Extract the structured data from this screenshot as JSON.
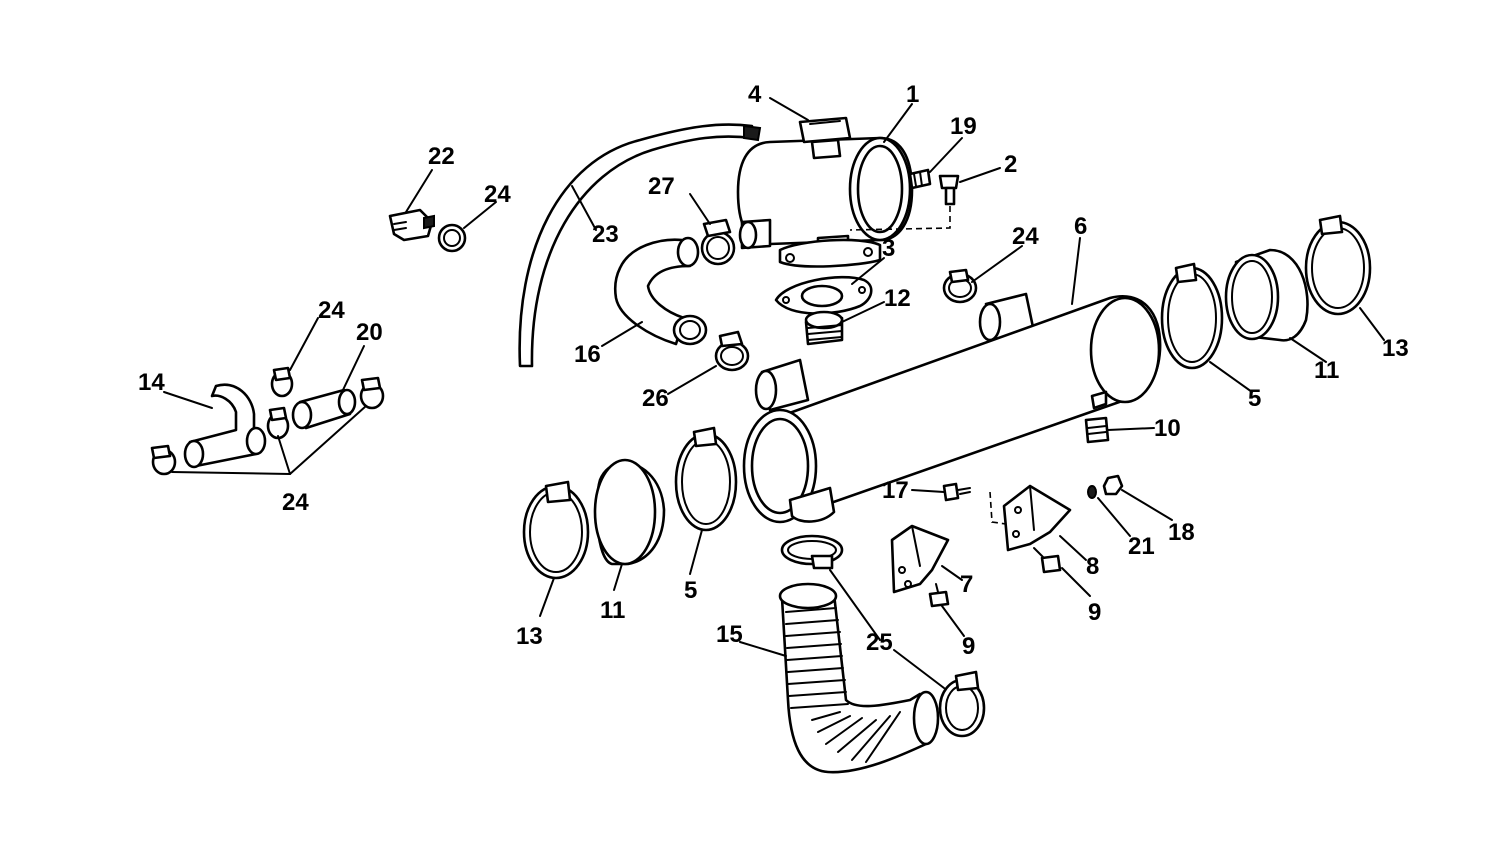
{
  "callouts": {
    "c1": "1",
    "c2": "2",
    "c3": "3",
    "c4": "4",
    "c5a": "5",
    "c5b": "5",
    "c6": "6",
    "c7": "7",
    "c8": "8",
    "c9a": "9",
    "c9b": "9",
    "c10": "10",
    "c11a": "11",
    "c11b": "11",
    "c12": "12",
    "c13a": "13",
    "c13b": "13",
    "c14": "14",
    "c15": "15",
    "c16": "16",
    "c17": "17",
    "c18": "18",
    "c19": "19",
    "c20": "20",
    "c21": "21",
    "c22": "22",
    "c23": "23",
    "c24a": "24",
    "c24b": "24",
    "c24c": "24",
    "c24d": "24",
    "c25": "25",
    "c26": "26",
    "c27": "27"
  }
}
